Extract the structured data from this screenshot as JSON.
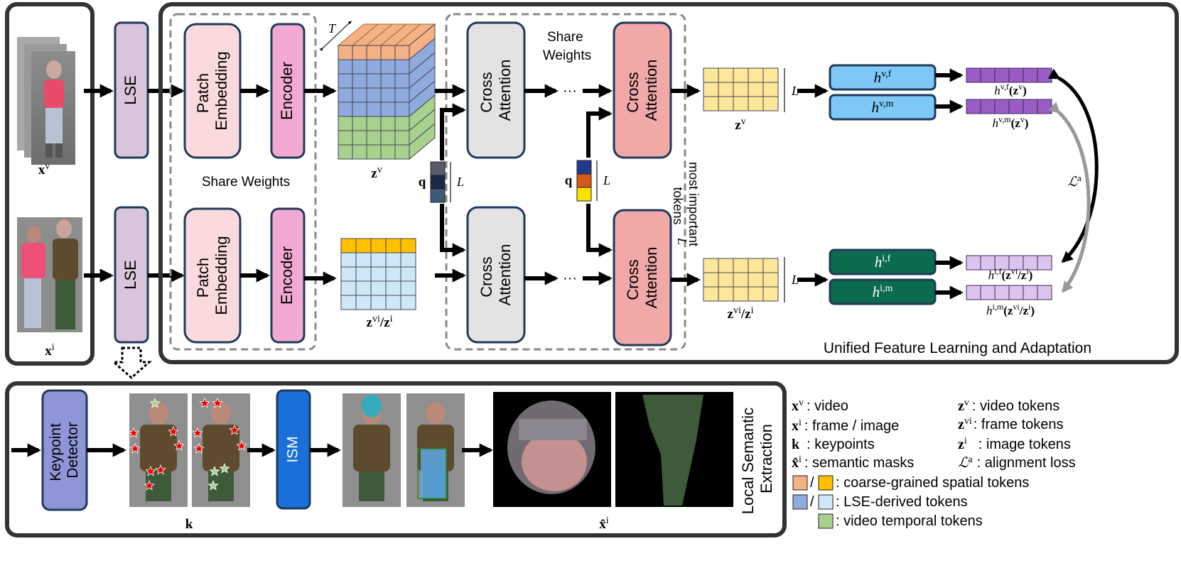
{
  "inputs": {
    "video_label": "x",
    "video_sup": "v",
    "image_label": "x",
    "image_sup": "i"
  },
  "lse_label": "LSE",
  "patch_embedding": [
    "Patch",
    "Embedding"
  ],
  "encoder_label": "Encoder",
  "share_weights_left": "Share Weights",
  "share_weights_right": [
    "Share",
    "Weights"
  ],
  "cross_attention": [
    "Cross",
    "Attention"
  ],
  "ellipsis": "···",
  "cube_T": "T",
  "tokens": {
    "zv": "z",
    "zv_sup": "v",
    "zvi_label": "z",
    "zvi_sup": "vi",
    "zi_sup": "i",
    "slash": "/",
    "L": "L",
    "q": "q"
  },
  "most_important": [
    "most important",
    "tokens"
  ],
  "heads": {
    "h": "h",
    "vf": "v,f",
    "vm": "v,m",
    "if": "i,f",
    "im": "i,m"
  },
  "alignment_loss": {
    "symbol": "ℒ",
    "sup": "a"
  },
  "unified_label": "Unified Feature Learning and Adaptation",
  "local_semantic": [
    "Local Semantic",
    "Extraction"
  ],
  "keypoint_detector": [
    "Keypoint",
    "Detector"
  ],
  "ism_label": "ISM",
  "k_label": "k",
  "xhat_label": "x̂",
  "xhat_sup": "i",
  "legend": {
    "video": ": video",
    "frame_image": ": frame / image",
    "keypoints": ": keypoints",
    "semantic_masks": ": semantic masks",
    "video_tokens": ": video tokens",
    "frame_tokens": ": frame tokens",
    "image_tokens": ": image tokens",
    "alignment_loss": ": alignment loss",
    "coarse": ": coarse-grained spatial tokens",
    "lse_derived": ": LSE-derived tokens",
    "temporal": ": video temporal tokens",
    "slash": "/"
  },
  "colors": {
    "lse": "#d9c4db",
    "patch_embedding": "#fadadd",
    "encoder": "#f2a9d2",
    "cross_attention_grey": "#e3e3e3",
    "cross_attention_red": "#f0a8a8",
    "token_yellow": "#fde79a",
    "coarse_orange": "#f4b183",
    "coarse_gold": "#ffc000",
    "lse_blue": "#8faadc",
    "lse_lightblue": "#cfe8f8",
    "temporal_green": "#a9d18e",
    "head_blue": "#7ec8f8",
    "head_green": "#0c6b4e",
    "out_purple": "#9b5cc6",
    "out_lavender": "#dcc4f0",
    "keypoint_detector": "#8e96d8",
    "ism": "#1a6fd8"
  }
}
